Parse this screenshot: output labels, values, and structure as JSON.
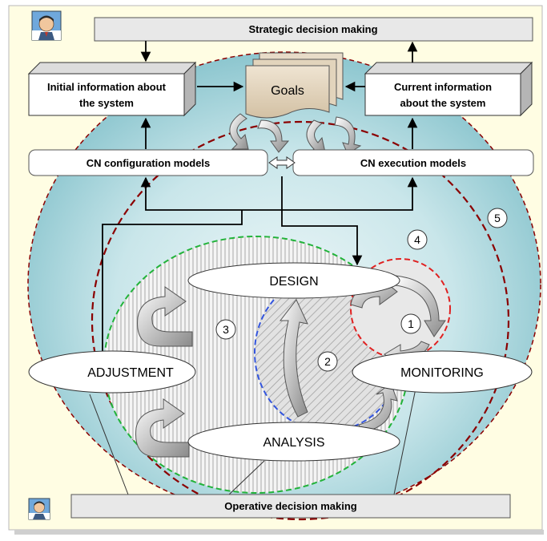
{
  "top_bar": {
    "label": "Strategic decision making"
  },
  "bottom_bar": {
    "label": "Operative decision making"
  },
  "goals": {
    "label": "Goals"
  },
  "initial_info": {
    "line1": "Initial information about",
    "line2": "the system"
  },
  "current_info": {
    "line1": "Current information",
    "line2": "about the system"
  },
  "config_models": {
    "label": "CN configuration models"
  },
  "exec_models": {
    "label": "CN execution models"
  },
  "phases": {
    "design": "DESIGN",
    "adjustment": "ADJUSTMENT",
    "monitoring": "MONITORING",
    "analysis": "ANALYSIS"
  },
  "numbers": [
    "1",
    "2",
    "3",
    "4",
    "5"
  ],
  "colors": {
    "background": "#fffde3",
    "outer_ellipse": "#b8dce0",
    "red_dashed": "#8b0000",
    "green_dashed": "#22b33a",
    "blue_dashed": "#3355dd",
    "bright_red_dashed": "#e02020",
    "bar_fill": "#e8e8e8"
  },
  "icons": [
    "person-icon-top",
    "person-icon-bottom"
  ]
}
